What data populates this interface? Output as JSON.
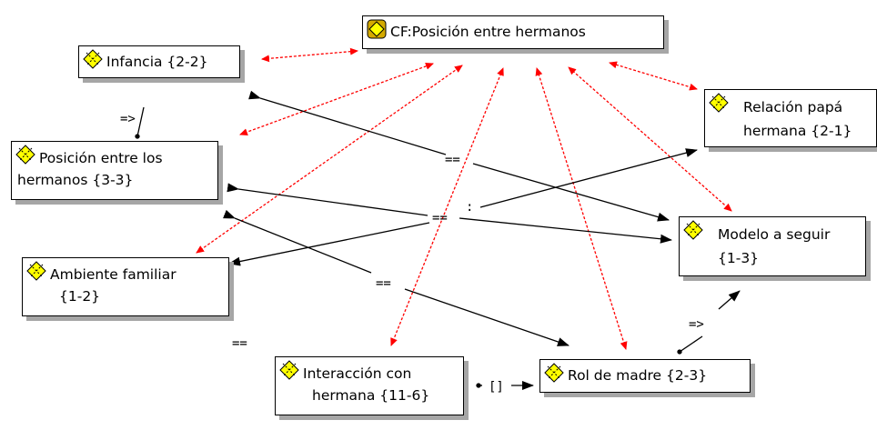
{
  "nodes": {
    "cf": {
      "line1": "CF:Posición entre hermanos",
      "icon": "network-node-icon-gold"
    },
    "infancia": {
      "line1": "Infancia {2-2}",
      "icon": "code-node-icon"
    },
    "posicion": {
      "line1": "Posición entre los",
      "line2": "hermanos {3-3}",
      "icon": "code-node-icon"
    },
    "ambiente": {
      "line1": "Ambiente familiar",
      "line2": "{1-2}",
      "icon": "code-node-icon"
    },
    "interaccion": {
      "line1": "Interacción con",
      "line2": "hermana {11-6}",
      "icon": "code-node-icon"
    },
    "rol": {
      "line1": "Rol de madre {2-3}",
      "icon": "code-node-icon"
    },
    "modelo": {
      "line1": "Modelo a seguir",
      "line2": "{1-3}",
      "icon": "code-node-icon"
    },
    "relacion": {
      "line1": "Relación papá",
      "line2": "hermana {2-1}",
      "icon": "code-node-icon"
    }
  },
  "edge_labels": {
    "infancia_posicion": "=>",
    "infancia_modelo": "==",
    "posicion_modelo": "==",
    "ambiente_relacion": ":",
    "posicion_rol": "==",
    "ambiente_interaccion": "==",
    "interaccion_rol": "[]",
    "rol_modelo": "=>"
  },
  "colors": {
    "association_edge": "#ff0000",
    "relation_edge": "#000000",
    "node_shadow": "#a6a6a6",
    "icon_yellow": "#ffff00",
    "icon_gold_bg": "#d4aa00"
  }
}
